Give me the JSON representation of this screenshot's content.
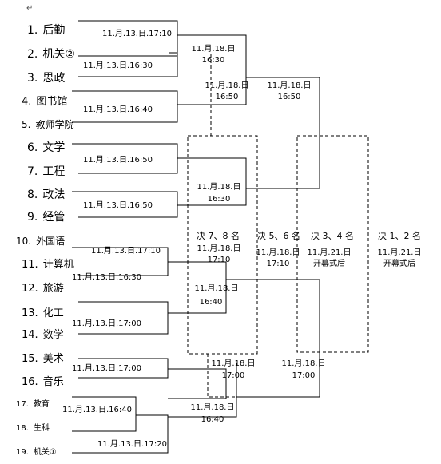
{
  "doc": {
    "marks": {
      "top_arrow": "↵"
    },
    "teams": [
      {
        "rank": "1.",
        "name": "后勤"
      },
      {
        "rank": "2.",
        "name": "机关②"
      },
      {
        "rank": "3.",
        "name": "思政"
      },
      {
        "rank": "4.",
        "name": "图书馆"
      },
      {
        "rank": "5.",
        "name": "教师学院"
      },
      {
        "rank": "6.",
        "name": "文学"
      },
      {
        "rank": "7.",
        "name": "工程"
      },
      {
        "rank": "8.",
        "name": "政法"
      },
      {
        "rank": "9.",
        "name": "经管"
      },
      {
        "rank": "10.",
        "name": "外国语"
      },
      {
        "rank": "11.",
        "name": "计算机"
      },
      {
        "rank": "12.",
        "name": "旅游"
      },
      {
        "rank": "13.",
        "name": "化工"
      },
      {
        "rank": "14.",
        "name": "数学"
      },
      {
        "rank": "15.",
        "name": "美术"
      },
      {
        "rank": "16.",
        "name": "音乐"
      },
      {
        "rank": "17.",
        "name": "教育"
      },
      {
        "rank": "18.",
        "name": "生科"
      },
      {
        "rank": "19.",
        "name": "机关①"
      }
    ],
    "round1_times": [
      "11.月.13.日.17:10",
      "11.月.13.日.16:30",
      "11.月.13.日.16:40",
      "11.月.13.日.16:50",
      "11.月.13.日.16:50",
      "11.月.13.日.17:10",
      "11.月.13.日.16:30",
      "11.月.13.日.17:00",
      "11.月.13.日.17:00",
      "11.月.13.日.16:40",
      "11.月.13.日.17:20"
    ],
    "round2": [
      {
        "date": "11.月.18.日",
        "time": "16:30"
      },
      {
        "date": "11.月.18.日",
        "time": "16:50"
      },
      {
        "date": "11.月.18.日",
        "time": "16:30"
      },
      {
        "date": "11.月.18.日",
        "time": "17:10"
      },
      {
        "date": "11.月.18.日",
        "time": "16:40"
      },
      {
        "date": "11.月.18.日",
        "time": "17:00"
      },
      {
        "date": "11.月.18.日",
        "time": "16:40"
      }
    ],
    "round3": [
      {
        "date": "11.月.18.日",
        "time": "16:50"
      },
      {
        "date": "11.月.18.日",
        "time": "17:00"
      }
    ],
    "finals": [
      {
        "label": "决 7、8 名",
        "date": "11.月.18.日",
        "time": "17:10"
      },
      {
        "label": "决 5、6 名",
        "date": "11.月.18.日",
        "time": "17:10"
      },
      {
        "label": "决 3、4 名",
        "date": "11.月.21.日",
        "time": "开幕式后"
      },
      {
        "label": "决 1、2 名",
        "date": "11.月.21.日",
        "time": "开幕式后"
      }
    ]
  }
}
